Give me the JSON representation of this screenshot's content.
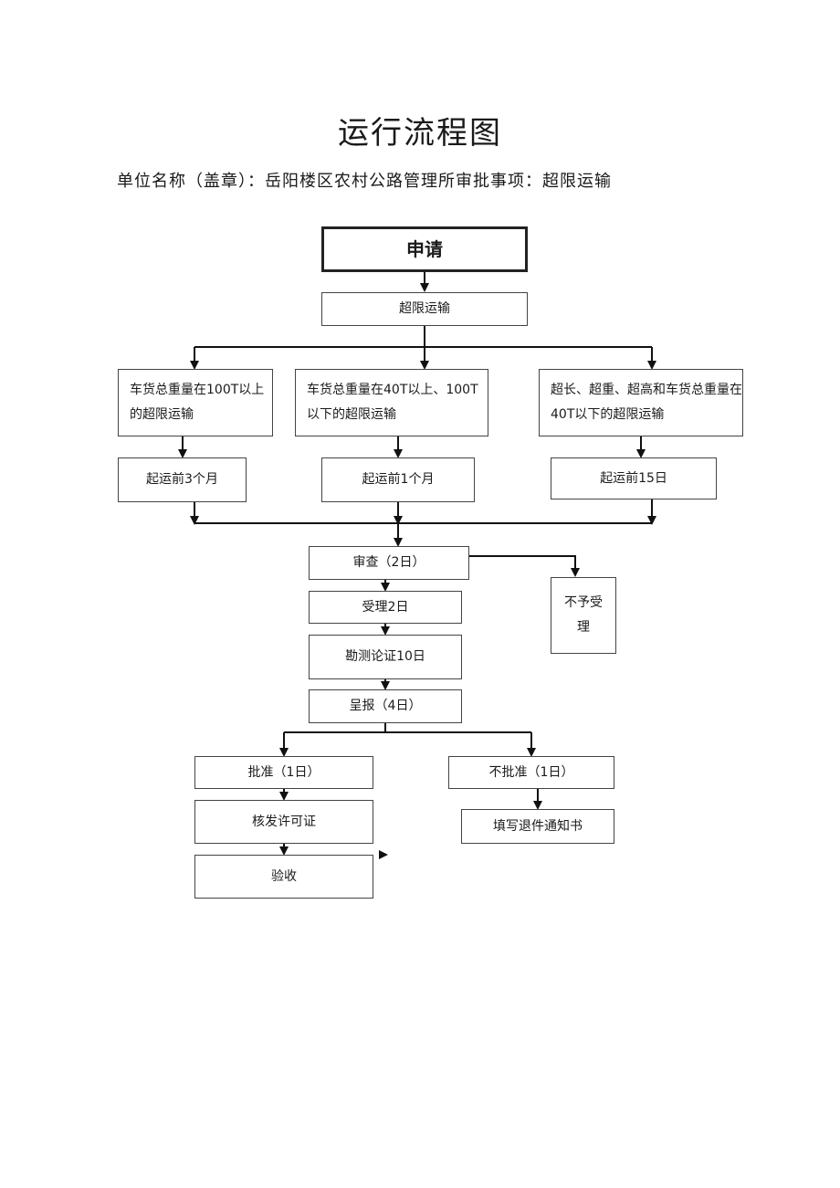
{
  "page": {
    "title": "运行流程图",
    "subtitle": "单位名称（盖章）：岳阳楼区农村公路管理所审批事项：超限运输"
  },
  "nodes": {
    "apply": "申请",
    "overlimit": "超限运输",
    "case1": "车货总重量在100T以上的超限运输",
    "case2": "车货总重量在40T以上、100T以下的超限运输",
    "case3": "超长、超重、超高和车货总重量在40T以下的超限运输",
    "lead1": "起运前3个月",
    "lead2": "起运前1个月",
    "lead3": "起运前15日",
    "review": "审查（2日）",
    "reject": "不予受理",
    "accept": "受理2日",
    "survey": "勘测论证10日",
    "report": "呈报（4日）",
    "approve": "批准（1日）",
    "deny": "不批准（1日）",
    "license": "核发许可证",
    "notice": "填写退件通知书",
    "inspect": "验收"
  }
}
